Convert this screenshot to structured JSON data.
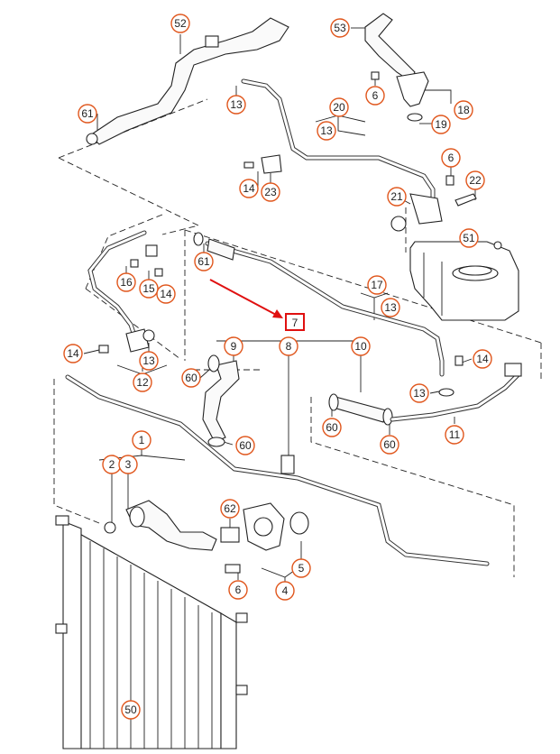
{
  "highlight": {
    "label": "7",
    "box_color": "#e01010",
    "arrow_color": "#e01010"
  },
  "callout_color": "#e0561c",
  "callouts": [
    {
      "id": "c52",
      "label": "52"
    },
    {
      "id": "c53",
      "label": "53"
    },
    {
      "id": "c61a",
      "label": "61"
    },
    {
      "id": "c13a",
      "label": "13"
    },
    {
      "id": "c6a",
      "label": "6"
    },
    {
      "id": "c20",
      "label": "20"
    },
    {
      "id": "c13b",
      "label": "13"
    },
    {
      "id": "c18",
      "label": "18"
    },
    {
      "id": "c19",
      "label": "19"
    },
    {
      "id": "c6b",
      "label": "6"
    },
    {
      "id": "c14a",
      "label": "14"
    },
    {
      "id": "c23",
      "label": "23"
    },
    {
      "id": "c22",
      "label": "22"
    },
    {
      "id": "c21",
      "label": "21"
    },
    {
      "id": "c51",
      "label": "51"
    },
    {
      "id": "c61b",
      "label": "61"
    },
    {
      "id": "c16",
      "label": "16"
    },
    {
      "id": "c15",
      "label": "15"
    },
    {
      "id": "c14b",
      "label": "14"
    },
    {
      "id": "c17",
      "label": "17"
    },
    {
      "id": "c13c",
      "label": "13"
    },
    {
      "id": "c8",
      "label": "8"
    },
    {
      "id": "c14c",
      "label": "14"
    },
    {
      "id": "c13d",
      "label": "13"
    },
    {
      "id": "c12",
      "label": "12"
    },
    {
      "id": "c9",
      "label": "9"
    },
    {
      "id": "c10",
      "label": "10"
    },
    {
      "id": "c14d",
      "label": "14"
    },
    {
      "id": "c60a",
      "label": "60"
    },
    {
      "id": "c13e",
      "label": "13"
    },
    {
      "id": "c60b",
      "label": "60"
    },
    {
      "id": "c60c",
      "label": "60"
    },
    {
      "id": "c11",
      "label": "11"
    },
    {
      "id": "c60d",
      "label": "60"
    },
    {
      "id": "c1",
      "label": "1"
    },
    {
      "id": "c2",
      "label": "2"
    },
    {
      "id": "c3",
      "label": "3"
    },
    {
      "id": "c62",
      "label": "62"
    },
    {
      "id": "c5",
      "label": "5"
    },
    {
      "id": "c6c",
      "label": "6"
    },
    {
      "id": "c4",
      "label": "4"
    },
    {
      "id": "c50",
      "label": "50"
    }
  ]
}
